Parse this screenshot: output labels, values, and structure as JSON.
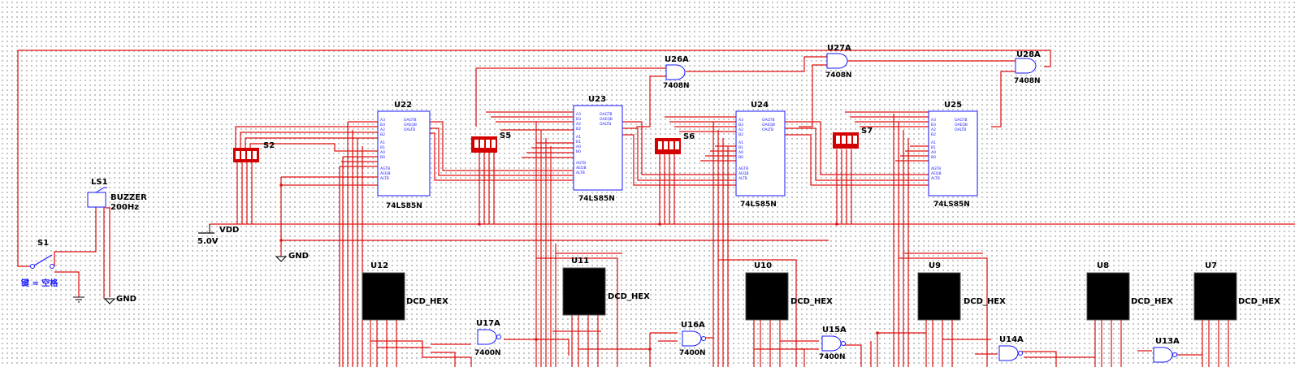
{
  "colors": {
    "wire": "#e01010",
    "part_outline": "#1818ff",
    "switch_red": "#d40000",
    "hex_body": "#000000"
  },
  "comparators": [
    {
      "ref": "U22",
      "part": "74LS85N"
    },
    {
      "ref": "U23",
      "part": "74LS85N"
    },
    {
      "ref": "U24",
      "part": "74LS85N"
    },
    {
      "ref": "U25",
      "part": "74LS85N"
    }
  ],
  "comparator_pins": {
    "left": [
      "A3",
      "B3",
      "A2",
      "B2",
      "A1",
      "B1",
      "A0",
      "B0",
      "AGTB",
      "AEQB",
      "ALTB"
    ],
    "right": [
      "OAGTB",
      "OAEQB",
      "OALTB"
    ]
  },
  "and_gates": [
    {
      "ref": "U26A",
      "part": "7408N"
    },
    {
      "ref": "U27A",
      "part": "7408N"
    },
    {
      "ref": "U28A",
      "part": "7408N"
    }
  ],
  "nand_gates": [
    {
      "ref": "U17A",
      "part": "7400N"
    },
    {
      "ref": "U16A",
      "part": "7400N"
    },
    {
      "ref": "U15A",
      "part": "7400N"
    },
    {
      "ref": "U14A",
      "part": ""
    },
    {
      "ref": "U13A",
      "part": ""
    }
  ],
  "dip_switches": [
    "S2",
    "S5",
    "S6",
    "S7"
  ],
  "hex_displays": [
    {
      "ref": "U12",
      "label": "DCD_HEX"
    },
    {
      "ref": "U11",
      "label": "DCD_HEX"
    },
    {
      "ref": "U10",
      "label": "DCD_HEX"
    },
    {
      "ref": "U9",
      "label": "DCD_HEX"
    },
    {
      "ref": "U8",
      "label": "DCD_HEX"
    },
    {
      "ref": "U7",
      "label": "DCD_HEX"
    }
  ],
  "buzzer": {
    "ref": "LS1",
    "name": "BUZZER",
    "freq": "200Hz"
  },
  "switch": {
    "ref": "S1",
    "key_label": "键 = 空格"
  },
  "power": {
    "vdd": "VDD",
    "voltage": "5.0V"
  },
  "grounds": [
    "GND",
    "GND"
  ]
}
